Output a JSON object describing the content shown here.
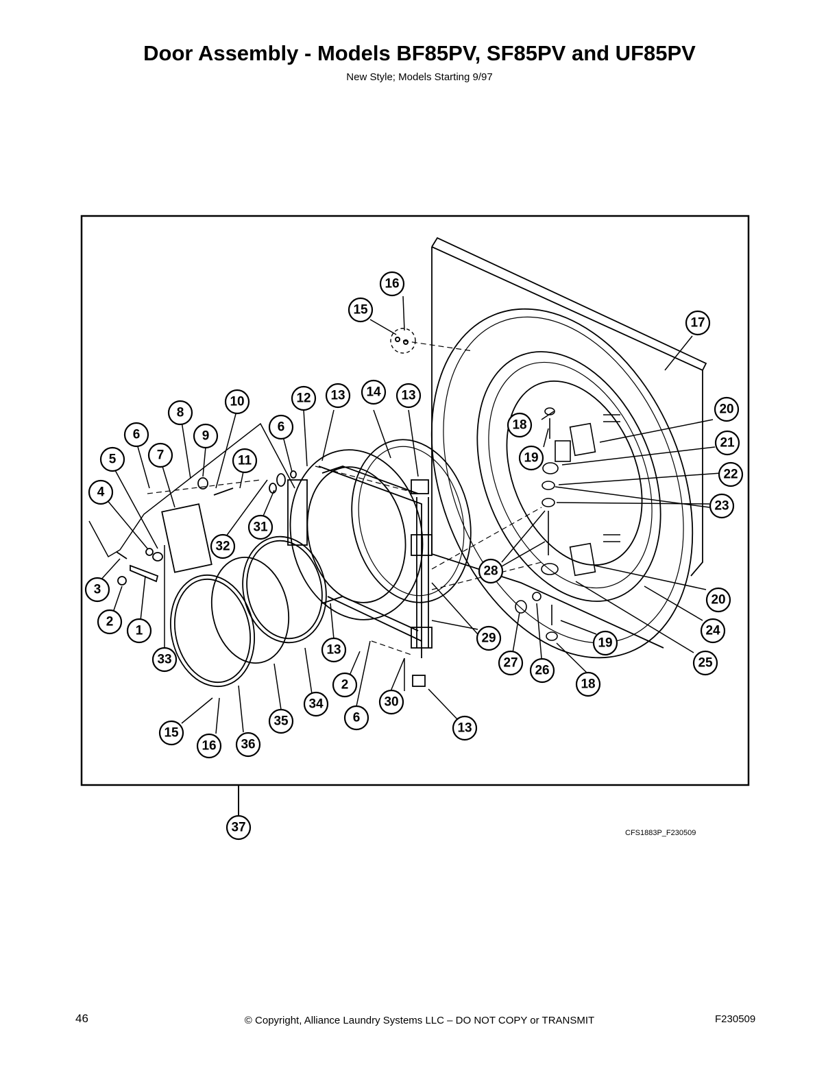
{
  "header": {
    "title": "Door Assembly - Models BF85PV, SF85PV and UF85PV",
    "subtitle": "New Style; Models Starting 9/97"
  },
  "diagram": {
    "illustration_code": "CFS1883P_F230509",
    "callouts": [
      "1",
      "2",
      "2",
      "3",
      "4",
      "5",
      "6",
      "6",
      "6",
      "7",
      "8",
      "9",
      "10",
      "11",
      "12",
      "13",
      "13",
      "13",
      "13",
      "14",
      "15",
      "15",
      "16",
      "16",
      "17",
      "18",
      "18",
      "19",
      "19",
      "20",
      "20",
      "21",
      "22",
      "23",
      "24",
      "25",
      "26",
      "27",
      "28",
      "29",
      "30",
      "31",
      "32",
      "33",
      "34",
      "35",
      "36",
      "37"
    ]
  },
  "footer": {
    "page_number": "46",
    "copyright": "© Copyright, Alliance Laundry Systems LLC – DO NOT COPY or TRANSMIT",
    "document_id": "F230509"
  }
}
